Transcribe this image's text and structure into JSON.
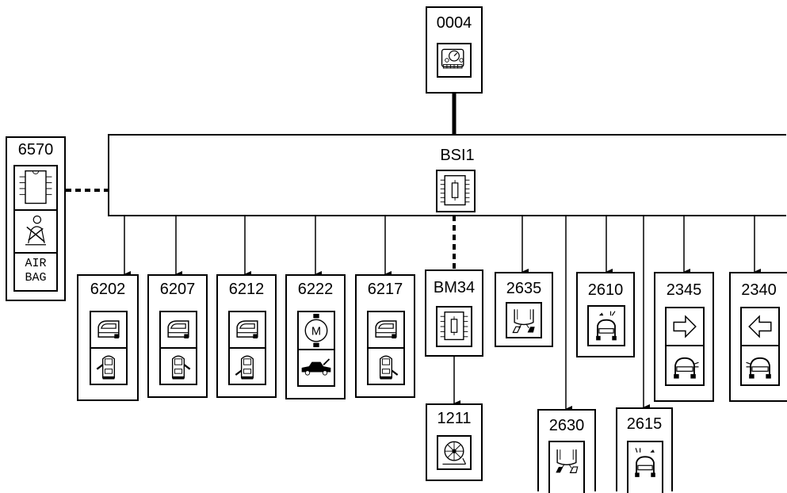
{
  "central": {
    "label": "BSI1"
  },
  "modules": {
    "m0004": "0004",
    "m6570": "6570",
    "m6202": "6202",
    "m6207": "6207",
    "m6212": "6212",
    "m6222": "6222",
    "m6217": "6217",
    "bm34": "BM34",
    "m1211": "1211",
    "m2635": "2635",
    "m2630": "2630",
    "m2610": "2610",
    "m2615": "2615",
    "m2345": "2345",
    "m2340": "2340"
  },
  "airbag": {
    "line1": "AIR",
    "line2": "BAG"
  },
  "icons": {
    "m0004": "instrument-panel-icon",
    "bsi1": "control-unit-icon",
    "bm34": "control-unit-icon",
    "m6570": [
      "control-unit-icon",
      "seatbelt-icon",
      "airbag-icon"
    ],
    "m6202": [
      "door-window-icon",
      "car-front-left-door-icon"
    ],
    "m6207": [
      "door-window-icon",
      "car-front-right-door-icon"
    ],
    "m6212": [
      "door-window-icon",
      "car-rear-left-door-icon"
    ],
    "m6222": [
      "motor-icon",
      "car-boot-icon"
    ],
    "m6217": [
      "door-window-icon",
      "car-rear-right-door-icon"
    ],
    "m1211": "fuel-pump-icon",
    "m2635": "rear-light-icon",
    "m2630": "rear-light-icon",
    "m2610": "headlamp-icon",
    "m2615": "headlamp-icon",
    "m2345": [
      "right-arrow-icon",
      "car-indicator-icon"
    ],
    "m2340": [
      "left-arrow-icon",
      "car-indicator-icon"
    ]
  },
  "connections": [
    {
      "from": "0004",
      "to": "BSI1",
      "style": "bold"
    },
    {
      "from": "6570",
      "to": "BSI1",
      "style": "dashed"
    },
    {
      "from": "BSI1",
      "to": "BM34",
      "style": "dashed"
    },
    {
      "from": "BSI1",
      "to": "6202",
      "style": "arrow"
    },
    {
      "from": "BSI1",
      "to": "6207",
      "style": "arrow"
    },
    {
      "from": "BSI1",
      "to": "6212",
      "style": "arrow"
    },
    {
      "from": "BSI1",
      "to": "6222",
      "style": "arrow"
    },
    {
      "from": "BSI1",
      "to": "6217",
      "style": "arrow"
    },
    {
      "from": "BSI1",
      "to": "2635",
      "style": "arrow"
    },
    {
      "from": "BSI1",
      "to": "2630",
      "style": "arrow"
    },
    {
      "from": "BSI1",
      "to": "2610",
      "style": "arrow"
    },
    {
      "from": "BSI1",
      "to": "2615",
      "style": "arrow"
    },
    {
      "from": "BSI1",
      "to": "2345",
      "style": "arrow"
    },
    {
      "from": "BSI1",
      "to": "2340",
      "style": "arrow"
    },
    {
      "from": "BM34",
      "to": "1211",
      "style": "arrow"
    }
  ]
}
